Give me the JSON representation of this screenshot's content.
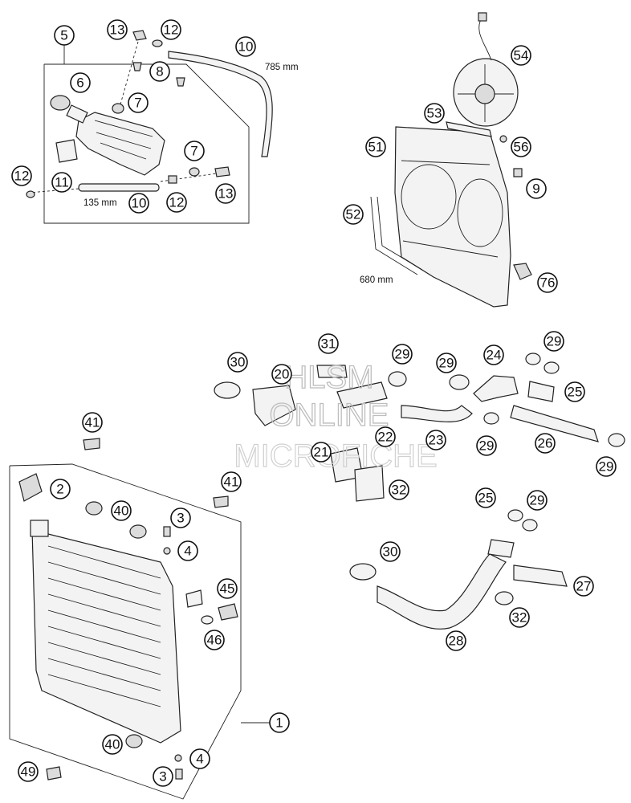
{
  "diagram": {
    "callouts": {
      "c5": "5",
      "c13a": "13",
      "c12a": "12",
      "c10a": "10",
      "c8": "8",
      "c6": "6",
      "c7a": "7",
      "c7b": "7",
      "c12b": "12",
      "c11": "11",
      "c10b": "10",
      "c12c": "12",
      "c13b": "13",
      "c54": "54",
      "c53": "53",
      "c51": "51",
      "c56": "56",
      "c9": "9",
      "c52": "52",
      "c76": "76",
      "c30a": "30",
      "c31": "31",
      "c29a": "29",
      "c29b": "29",
      "c24": "24",
      "c29c": "29",
      "c20": "20",
      "c25a": "25",
      "c22": "22",
      "c23": "23",
      "c29d": "29",
      "c26": "26",
      "c21": "21",
      "c29e": "29",
      "c32a": "32",
      "c41a": "41",
      "c41b": "41",
      "c2": "2",
      "c40a": "40",
      "c3a": "3",
      "c4a": "4",
      "c45": "45",
      "c46": "46",
      "c25b": "25",
      "c29f": "29",
      "c30b": "30",
      "c27": "27",
      "c32b": "32",
      "c28": "28",
      "c1": "1",
      "c40b": "40",
      "c4b": "4",
      "c3b": "3",
      "c49": "49"
    },
    "measurements": {
      "hose_long": "785 mm",
      "hose_short": "135 mm",
      "strip": "680 mm"
    },
    "watermark": {
      "line1": "HLSM",
      "line2": "ONLINE",
      "line3": "MICROFICHE"
    }
  }
}
